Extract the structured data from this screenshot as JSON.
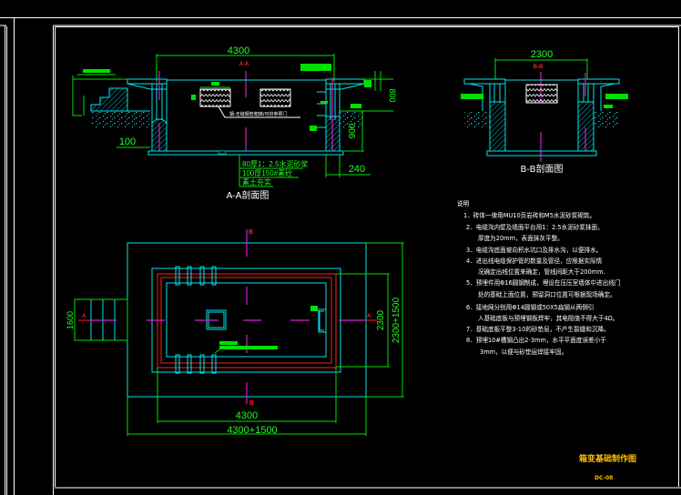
{
  "section_aa": {
    "caption": "A-A剖面图",
    "section_mark": "A-A",
    "dim_width": "4300",
    "dim_wall": "100",
    "dim_base": "240",
    "dim_depth": "900",
    "dim_upper": "800",
    "window_label": "钢-无缝钢管爬梯/可供参照门",
    "layers": [
      "80厚1：2.5水泥砂浆",
      "100厚150#素砼",
      "素土夯实"
    ]
  },
  "section_bb": {
    "caption": "B-B剖面图",
    "section_mark": "B-B",
    "dim_width": "2300"
  },
  "plan": {
    "dim_inner_width": "4300",
    "dim_outer_width": "4300+1500",
    "dim_inner_depth": "2300",
    "dim_outer_depth": "2300+1500",
    "dim_stair": "1600",
    "mark_a": "A",
    "mark_b": "B"
  },
  "notes": {
    "title": "说明",
    "items": [
      "1．砖体一律用MU10页岩砖和M5水泥砂浆砌筑。",
      "2．电缆沟内壁及墙面平台用1：2.5水泥砂浆抹面，",
      "厚度为20mm，表面抹灰平整。",
      "3．电缆沟底面坡向积水坑口及排水沟，以便排水。",
      "4．进出线电缆保护管的数量及管径，应根据实际情",
      "况确定出线位置来确定，管线间距大于200mm.",
      "5．预埋件用Φ16圆钢制成，埋设在压压室墙体中进出线门",
      "处的基础上面位置，预留洞口位置可根据现场确定。",
      "6．接地网分别用Φ14圆钢或50X5扁钢从两侧引",
      "入基础底板与预埋钢板焊牢，其电阻值不得大于4Ω。",
      "7．基础底板平整3-10的砂垫层，不产生裂缝和沉降。",
      "8．预埋10#槽钢凸出2-3mm，水平平面度误差小于",
      "3mm，以便与砂垫层焊接牢固。"
    ]
  },
  "title_block": {
    "drawing_title": "箱变基础制作图",
    "drawing_code": "DC-08"
  },
  "colors": {
    "background": "#000000",
    "dimension": "#00e000",
    "structure": "#00e5ee",
    "section_mark": "#ff2020",
    "center_line": "#d020d0",
    "title": "#ffbb00"
  }
}
